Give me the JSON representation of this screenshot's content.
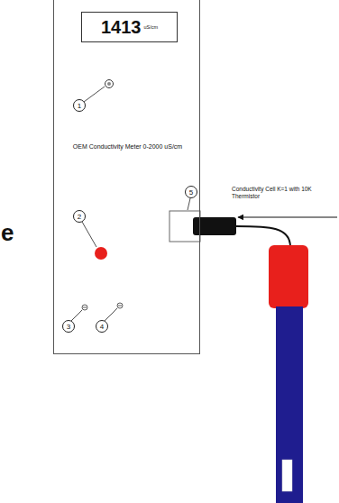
{
  "diagram": {
    "nodes": [
      {
        "text": [
          "OEM Conductivity Meter 0-2000 uS/cm"
        ]
      },
      {
        "text": [
          "1413",
          "uS/cm"
        ],
        "in": 0
      },
      {
        "text": [
          "1"
        ],
        "in": 0
      },
      {
        "text": [
          "2"
        ],
        "in": 0
      },
      {
        "text": [
          "3"
        ],
        "in": 0
      },
      {
        "text": [
          "4"
        ],
        "in": 0
      },
      {
        "text": [
          "5"
        ]
      }
    ],
    "labels": [
      "Conductivity Cell K=1 with 10K Thermistor",
      "e"
    ]
  }
}
